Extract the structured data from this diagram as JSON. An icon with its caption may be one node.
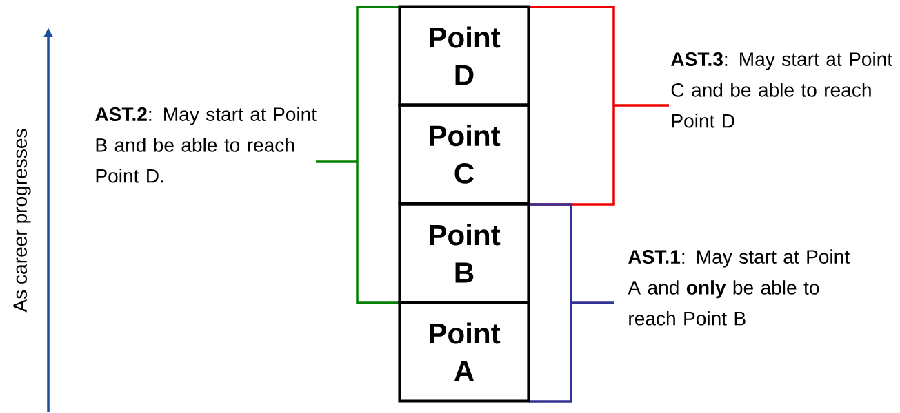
{
  "diagram": {
    "nodes": [
      {
        "text": [
          "Point D"
        ]
      },
      {
        "text": [
          "Point C"
        ]
      },
      {
        "text": [
          "Point B"
        ]
      },
      {
        "text": [
          "Point A"
        ]
      }
    ],
    "labels": [
      "As career progresses",
      "**AST.2**: May start at Point B and be able to reach Point D.",
      "**AST.3**: May start at Point C and be able to reach Point D",
      "**AST.1**: May start at Point A and **only** be able to reach Point B"
    ]
  }
}
